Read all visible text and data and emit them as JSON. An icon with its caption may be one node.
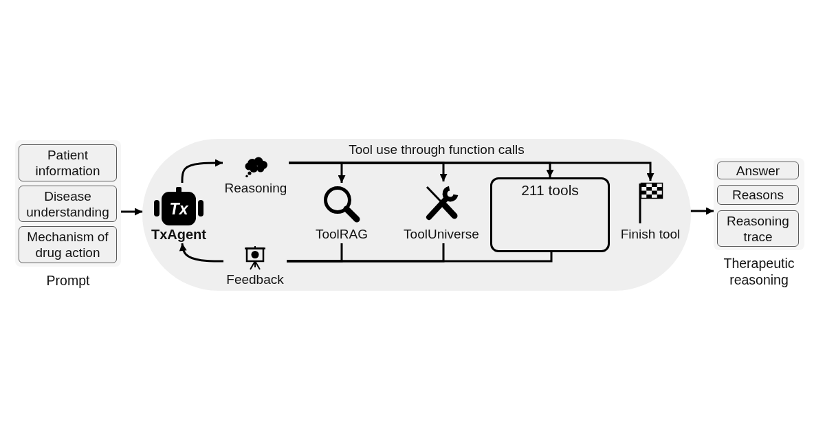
{
  "diagram": {
    "nodes": [
      {
        "text": [
          "Prompt"
        ]
      },
      {
        "text": [
          "Patient information"
        ],
        "in": 0
      },
      {
        "text": [
          "Disease understanding"
        ],
        "in": 0
      },
      {
        "text": [
          "Mechanism of drug action"
        ],
        "in": 0
      },
      {
        "text": [
          "Tool use through function calls"
        ]
      },
      {
        "text": [
          "Tx",
          "TxAgent"
        ],
        "in": 4
      },
      {
        "text": [
          "Reasoning"
        ],
        "in": 4
      },
      {
        "text": [
          "ToolRAG"
        ],
        "in": 4
      },
      {
        "text": [
          "ToolUniverse"
        ],
        "in": 4
      },
      {
        "text": [
          "211 tools"
        ],
        "in": 4
      },
      {
        "text": [
          "Finish tool"
        ],
        "in": 4
      },
      {
        "text": [
          "Feedback"
        ],
        "in": 4
      },
      {
        "text": [
          "Therapeutic reasoning"
        ]
      },
      {
        "text": [
          "Answer"
        ],
        "in": 12
      },
      {
        "text": [
          "Reasons"
        ],
        "in": 12
      },
      {
        "text": [
          "Reasoning trace"
        ],
        "in": 12
      }
    ],
    "edges": [
      {
        "from": 0,
        "to": 4,
        "arrow": "to"
      },
      {
        "from": 5,
        "to": 6,
        "arrow": "to"
      },
      {
        "from": 6,
        "to": 7,
        "arrow": "to"
      },
      {
        "from": 6,
        "to": 8,
        "arrow": "to"
      },
      {
        "from": 6,
        "to": 9,
        "arrow": "to"
      },
      {
        "from": 6,
        "to": 10,
        "arrow": "to"
      },
      {
        "from": 7,
        "to": 11,
        "arrow": "none"
      },
      {
        "from": 8,
        "to": 11,
        "arrow": "none"
      },
      {
        "from": 9,
        "to": 11,
        "arrow": "none"
      },
      {
        "from": 11,
        "to": 5,
        "arrow": "to"
      },
      {
        "from": 4,
        "to": 12,
        "arrow": "to"
      }
    ]
  }
}
